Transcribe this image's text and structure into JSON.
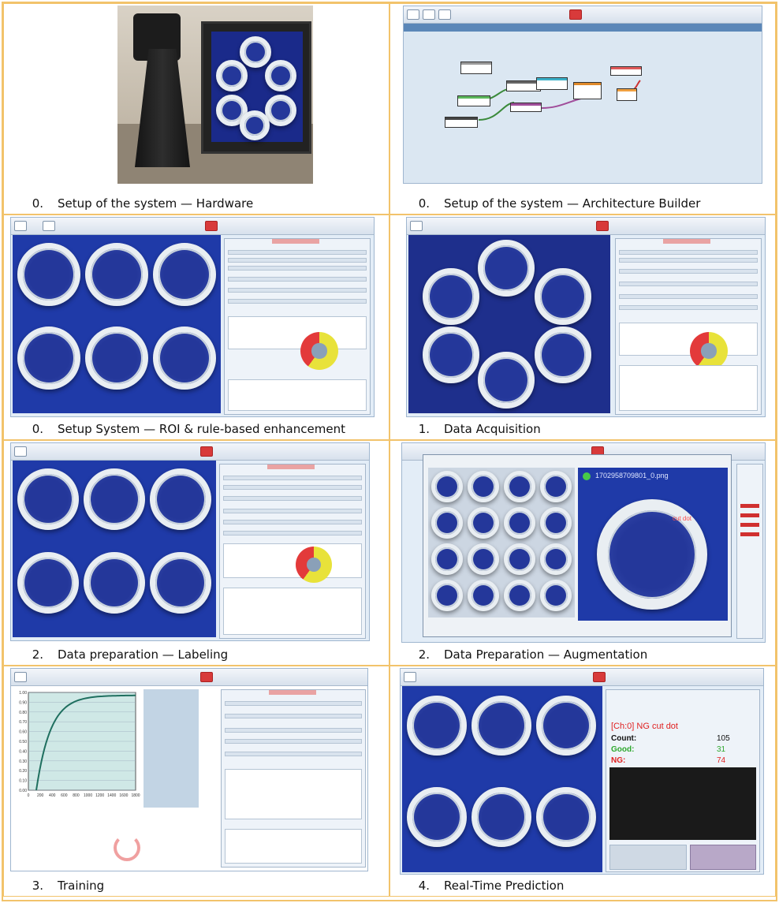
{
  "panels": [
    {
      "num": "0.",
      "title": "Setup of the system — Hardware"
    },
    {
      "num": "0.",
      "title": "Setup of the system — Architecture Builder"
    },
    {
      "num": "0.",
      "title": "Setup System — ROI & rule-based enhancement"
    },
    {
      "num": "1.",
      "title": "Data Acquisition"
    },
    {
      "num": "2.",
      "title": "Data preparation — Labeling"
    },
    {
      "num": "2.",
      "title": "Data Preparation — Augmentation"
    },
    {
      "num": "3.",
      "title": "Training"
    },
    {
      "num": "4.",
      "title": "Real-Time Prediction"
    }
  ],
  "augmentation": {
    "filename": "1702958709801_0.png",
    "label_text": "cut dot"
  },
  "prediction": {
    "result_title": "[Ch:0] NG cut dot",
    "count_label": "Count:",
    "count_value": "105",
    "good_label": "Good:",
    "good_value": "31",
    "ng_label": "NG:",
    "ng_value": "74"
  },
  "training": {
    "y_ticks": [
      "1.00",
      "0.90",
      "0.80",
      "0.70",
      "0.60",
      "0.50",
      "0.40",
      "0.30",
      "0.20",
      "0.10",
      "0.00"
    ],
    "x_ticks": [
      "0",
      "200",
      "400",
      "600",
      "800",
      "1000",
      "1200",
      "1400",
      "1600",
      "1800"
    ]
  },
  "colors": {
    "border": "#f2c36b",
    "app_blue": "#263f9c",
    "ng_red": "#e02020",
    "good_green": "#2ea82e"
  }
}
